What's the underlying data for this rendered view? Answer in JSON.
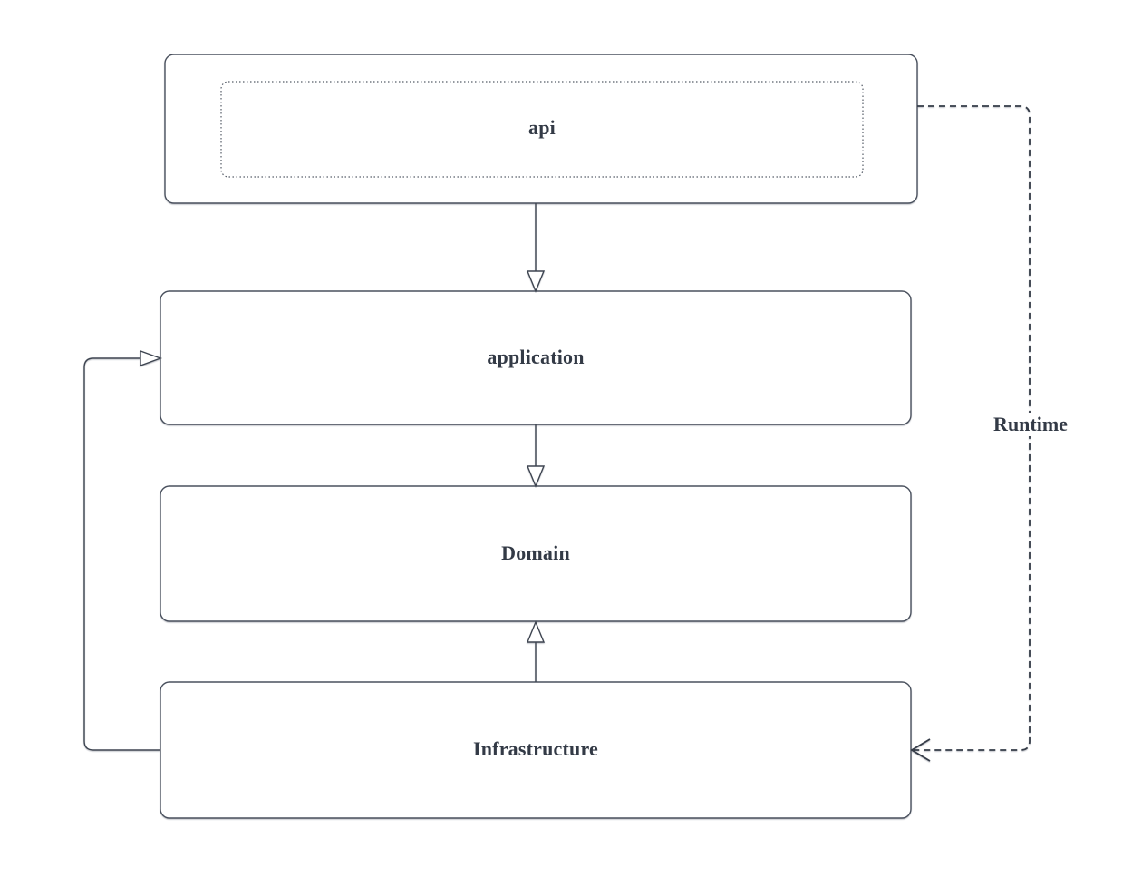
{
  "diagram": {
    "type": "flowchart",
    "nodes": [
      {
        "id": "api",
        "label": "api",
        "shape": "rounded-rect-with-dotted-inner"
      },
      {
        "id": "application",
        "label": "application",
        "shape": "rounded-rect"
      },
      {
        "id": "domain",
        "label": "Domain",
        "shape": "rounded-rect"
      },
      {
        "id": "infrastructure",
        "label": "Infrastructure",
        "shape": "rounded-rect"
      }
    ],
    "edges": [
      {
        "from": "api",
        "to": "application",
        "style": "solid",
        "arrowhead": "hollow-triangle",
        "label": ""
      },
      {
        "from": "application",
        "to": "domain",
        "style": "solid",
        "arrowhead": "hollow-triangle",
        "label": ""
      },
      {
        "from": "infrastructure",
        "to": "domain",
        "style": "solid",
        "arrowhead": "hollow-triangle",
        "label": ""
      },
      {
        "from": "infrastructure",
        "to": "application",
        "style": "solid",
        "arrowhead": "hollow-triangle",
        "label": ""
      },
      {
        "from": "api",
        "to": "infrastructure",
        "style": "dashed",
        "arrowhead": "open-chevron",
        "label": "Runtime"
      }
    ],
    "colors": {
      "background": "#ffffff",
      "node_border": "#4a515e",
      "connector": "#3e4551",
      "text": "#333a46"
    }
  }
}
